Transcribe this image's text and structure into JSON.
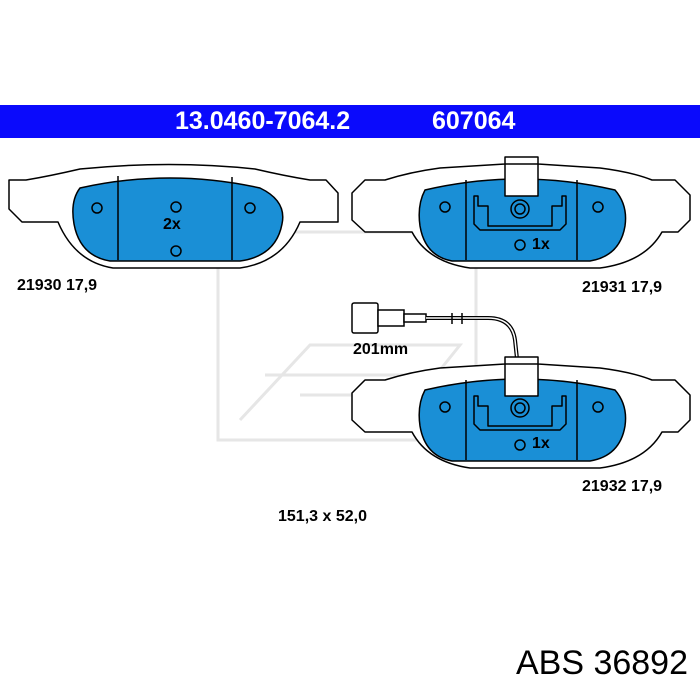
{
  "header": {
    "part_number": "13.0460-7064.2",
    "ref_number": "607064"
  },
  "pads": [
    {
      "code": "21930 17,9",
      "quantity": "2x"
    },
    {
      "code": "21931 17,9",
      "quantity": "1x"
    },
    {
      "code": "21932 17,9",
      "quantity": "1x"
    }
  ],
  "sensor_length": "201mm",
  "dimensions": "151,3 x 52,0",
  "brand_label": "ABS 36892",
  "colors": {
    "header_bg": "#0a0afc",
    "pad_fill": "#1a8fd6",
    "outline": "#000000",
    "backplate": "#ffffff",
    "watermark": "#e6e6e6"
  }
}
